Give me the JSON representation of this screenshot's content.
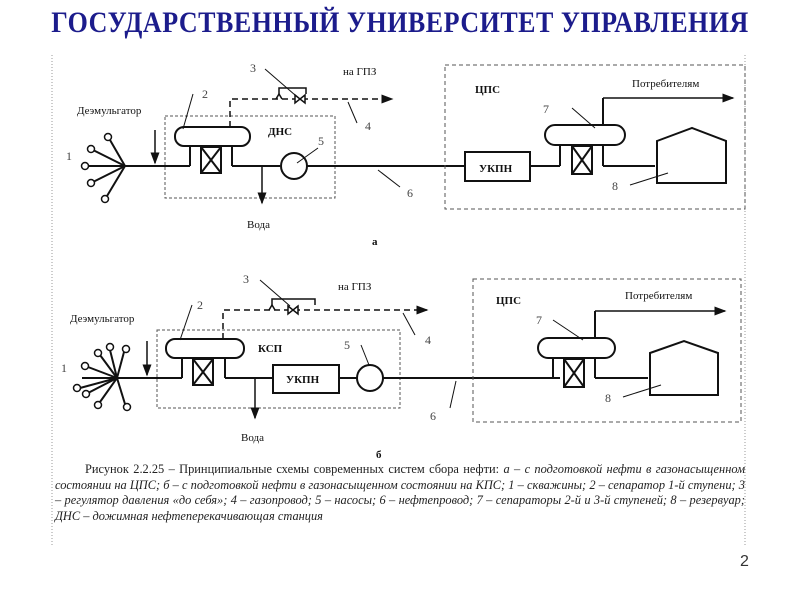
{
  "slide": {
    "title": "ГОСУДАРСТВЕННЫЙ УНИВЕРСИТЕТ УПРАВЛЕНИЯ",
    "title_color": "#1c1c8c",
    "page_number": "2"
  },
  "scheme_a": {
    "label": "а",
    "demulsifier": "Деэмульгатор",
    "station": "ДНС",
    "to_gpz": "на ГПЗ",
    "water": "Вода",
    "cps": "ЦПС",
    "uktn": "УКПН",
    "consumers": "Потребителям",
    "numbers": [
      "1",
      "2",
      "3",
      "4",
      "5",
      "6",
      "7",
      "8"
    ]
  },
  "scheme_b": {
    "label": "б",
    "demulsifier": "Деэмульгатор",
    "station": "КСП",
    "to_gpz": "на ГПЗ",
    "water": "Вода",
    "uktn": "УКПН",
    "cps": "ЦПС",
    "consumers": "Потребителям",
    "numbers": [
      "1",
      "2",
      "3",
      "4",
      "5",
      "6",
      "7",
      "8"
    ]
  },
  "caption": {
    "lead": "Рисунок 2.2.25 – Принципиальные схемы современных систем сбора нефти:",
    "body": "а – с подготовкой нефти в газонасыщенном состоянии на ЦПС; б – с подготовкой нефти в газонасыщенном состоянии на КПС; 1 – скважины; 2 – сепаратор 1-й ступени; 3 – регулятор давления «до себя»; 4 – газопровод; 5 – насосы; 6 – нефтепровод; 7 – сепараторы 2-й и 3-й ступеней; 8 – резервуар; ДНС – дожимная нефтеперекачивающая станция"
  }
}
